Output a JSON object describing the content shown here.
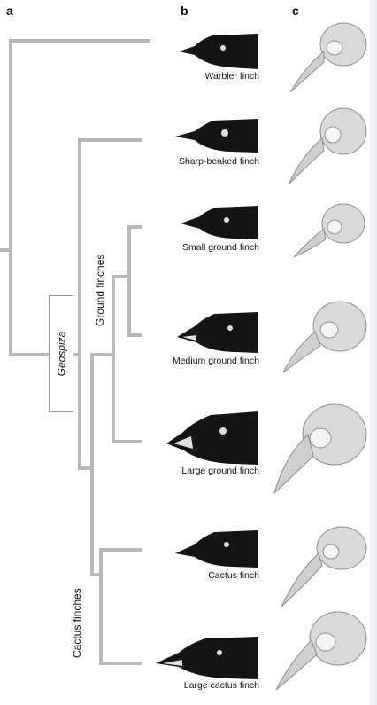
{
  "panels": {
    "a": "a",
    "b": "b",
    "c": "c"
  },
  "groups": {
    "genus": "Geospiza",
    "ground": "Ground finches",
    "cactus": "Cactus finches"
  },
  "species": [
    {
      "name": "Warbler finch"
    },
    {
      "name": "Sharp-beaked finch"
    },
    {
      "name": "Small ground finch"
    },
    {
      "name": "Medium ground finch"
    },
    {
      "name": "Large ground finch"
    },
    {
      "name": "Cactus finch"
    },
    {
      "name": "Large cactus finch"
    }
  ],
  "colors": {
    "branch": "#b7b7b7",
    "head": "#141414",
    "skull": "#d9d9d9"
  }
}
